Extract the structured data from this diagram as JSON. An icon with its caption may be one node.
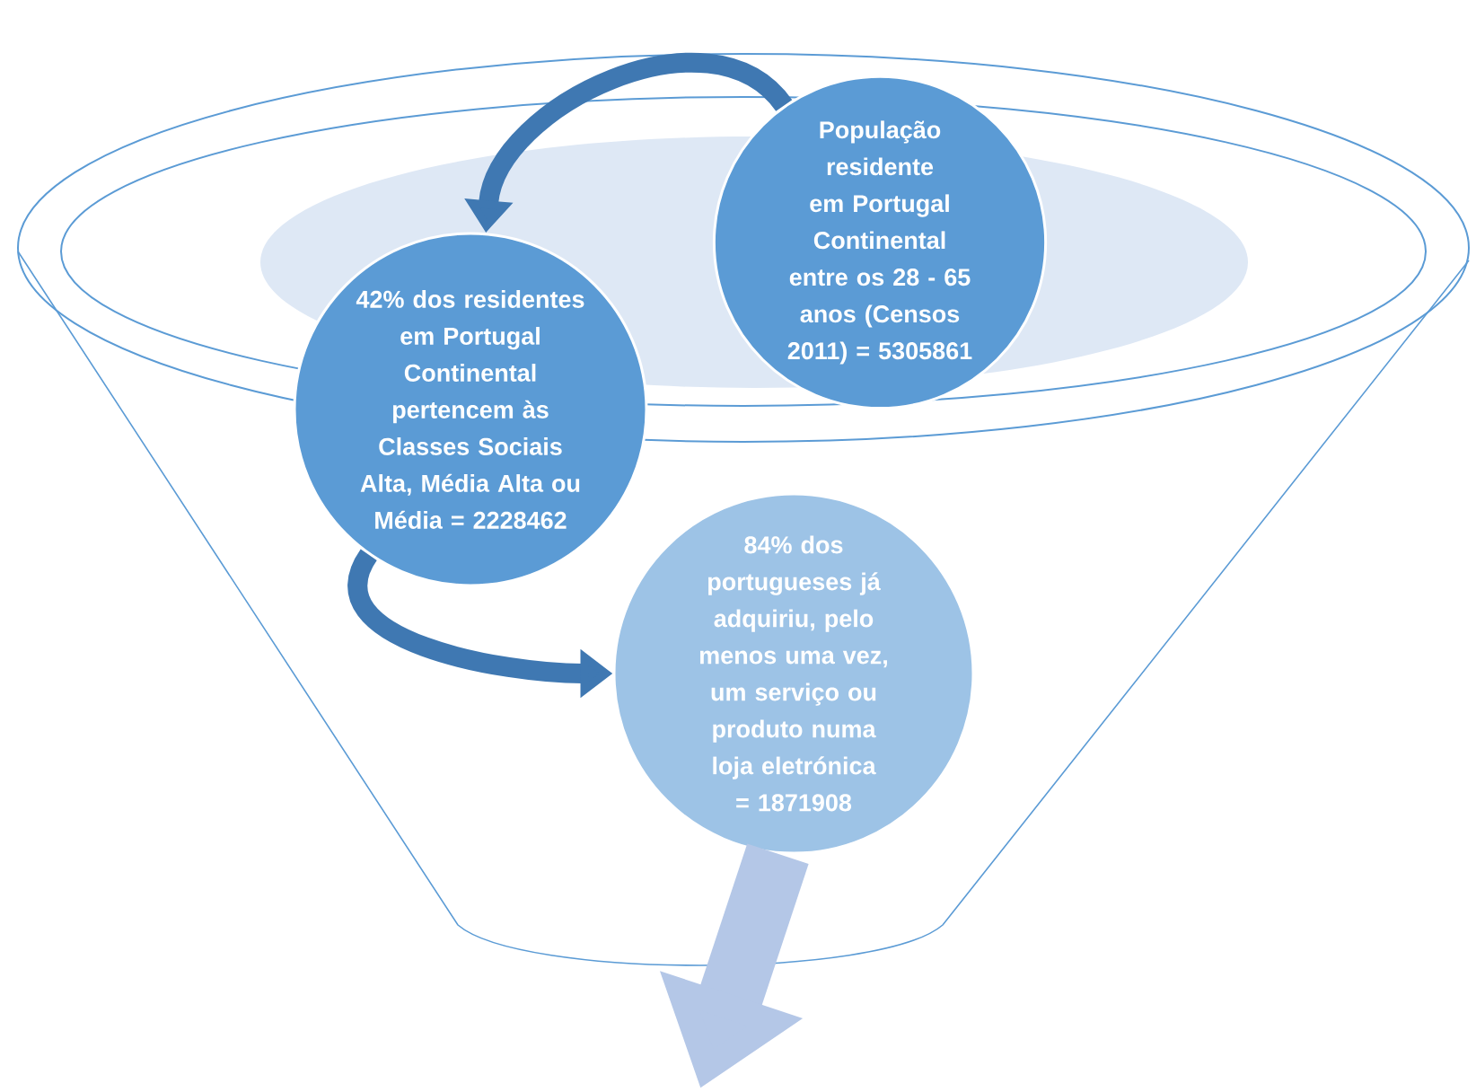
{
  "diagram": {
    "nodes": [
      {
        "text": [
          "População residente em Portugal Continental entre os 28 - 65 anos (Censos 2011) = 5305861"
        ]
      },
      {
        "text": [
          "42% dos residentes em Portugal Continental pertencem às Classes Sociais Alta, Média Alta ou Média = 2228462"
        ]
      },
      {
        "text": [
          "84% dos portugueses já adquiriu, pelo menos uma vez, um serviço ou produto numa loja eletrónica = 1871908"
        ]
      }
    ],
    "edges": [
      {
        "from": 0,
        "to": 1,
        "arrow": "to"
      },
      {
        "from": 1,
        "to": 2,
        "arrow": "to"
      },
      {
        "from": 2,
        "to": null,
        "arrow": "to",
        "style": "thick",
        "color": "#b4c7e7"
      }
    ]
  }
}
